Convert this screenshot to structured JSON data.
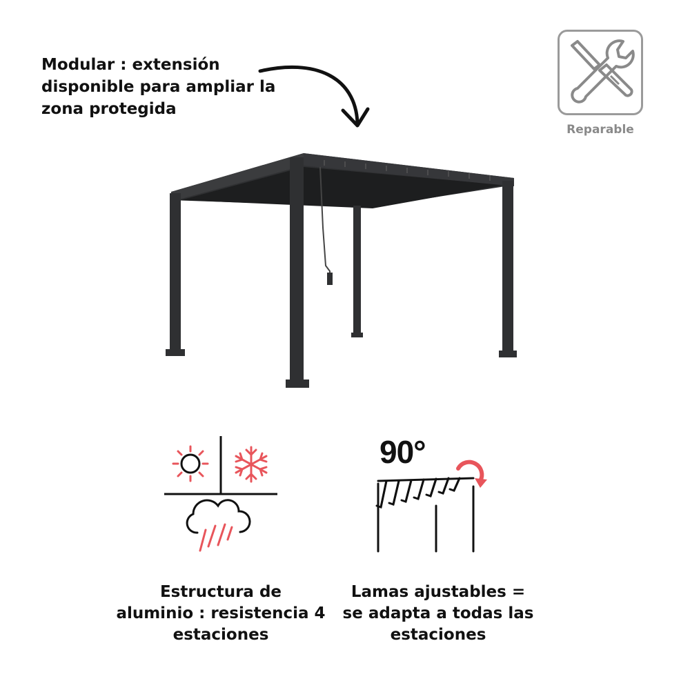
{
  "features": {
    "modular": {
      "lines": [
        "Modular : extensión",
        "disponible para ampliar la",
        "zona protegida"
      ]
    },
    "reparable": {
      "label": "Reparable",
      "icon": "screwdriver-wrench-icon"
    },
    "aluminium": {
      "lines": [
        "Estructura de",
        "aluminio : resistencia 4",
        "estaciones"
      ],
      "icons": [
        "sun-icon",
        "snowflake-icon",
        "rain-cloud-icon"
      ]
    },
    "louvres": {
      "angle": "90°",
      "lines": [
        "Lamas ajustables =",
        "se adapta a todas las",
        "estaciones"
      ],
      "icon": "adjustable-louvres-icon"
    }
  },
  "colors": {
    "text": "#111111",
    "accent": "#e8555b",
    "badge_border": "#9a9a9a",
    "pergola": "#2f3032"
  }
}
